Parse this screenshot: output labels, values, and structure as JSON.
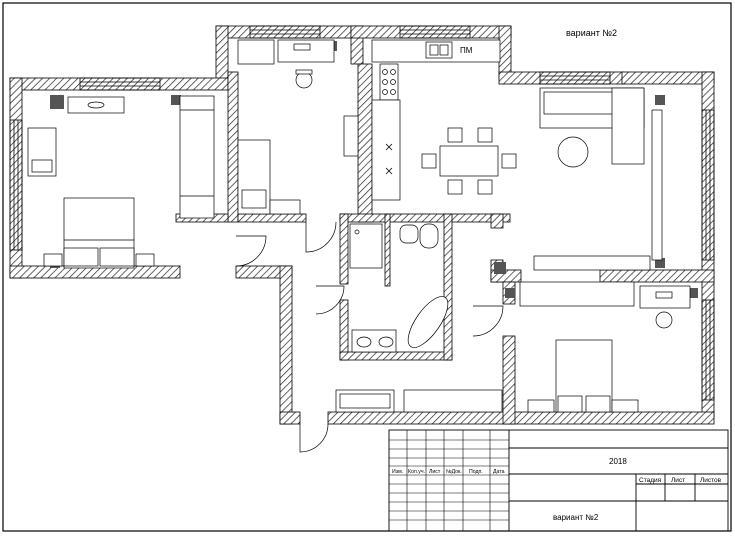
{
  "header": {
    "variant_label": "вариант №2"
  },
  "kitchen": {
    "stove_label": "ПМ"
  },
  "title_block": {
    "year": "2018",
    "variant_label": "вариант №2",
    "columns_left": [
      "Изм.",
      "Кол.уч.",
      "Лист",
      "№Док.",
      "Подп.",
      "Дата"
    ],
    "columns_right": [
      "Стадия",
      "Лист",
      "Листов"
    ]
  }
}
